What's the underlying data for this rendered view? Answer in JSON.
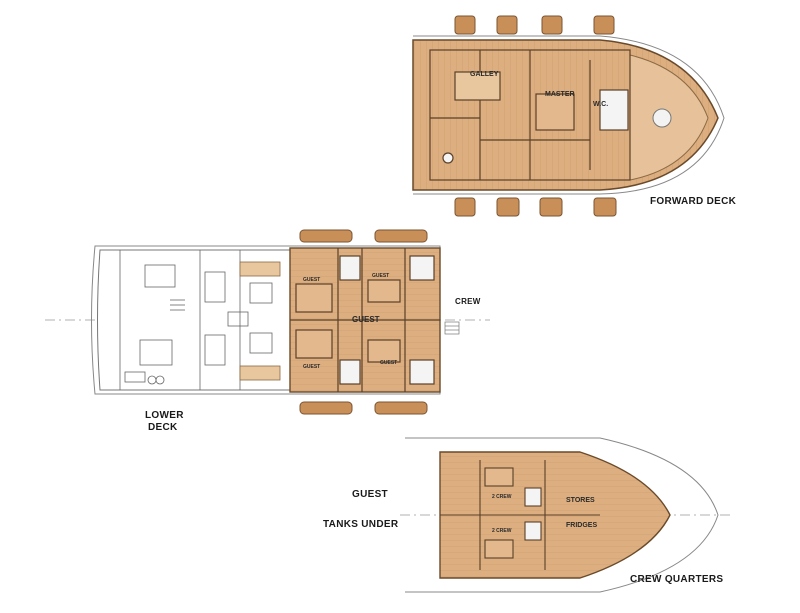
{
  "labels": {
    "forward_deck": "FORWARD DECK",
    "lower_deck_1": "LOWER",
    "lower_deck_2": "DECK",
    "crew": "CREW",
    "guest": "GUEST",
    "tanks_under": "TANKS UNDER",
    "crew_quarters": "CREW QUARTERS"
  },
  "rooms": {
    "galley": "GALLEY",
    "master": "MASTER",
    "wc": "W.C.",
    "guest_main": "GUEST",
    "guest_1": "GUEST",
    "guest_2": "GUEST",
    "guest_3": "GUEST",
    "guest_4": "GUEST",
    "stores": "STORES",
    "fridges": "FRIDGES",
    "crew_1": "2 CREW",
    "crew_2": "2 CREW"
  },
  "colors": {
    "wood": "#d8a878",
    "wood_light": "#e6c199",
    "wood_dark": "#b8895c",
    "line": "#555555",
    "outline": "#888888"
  }
}
